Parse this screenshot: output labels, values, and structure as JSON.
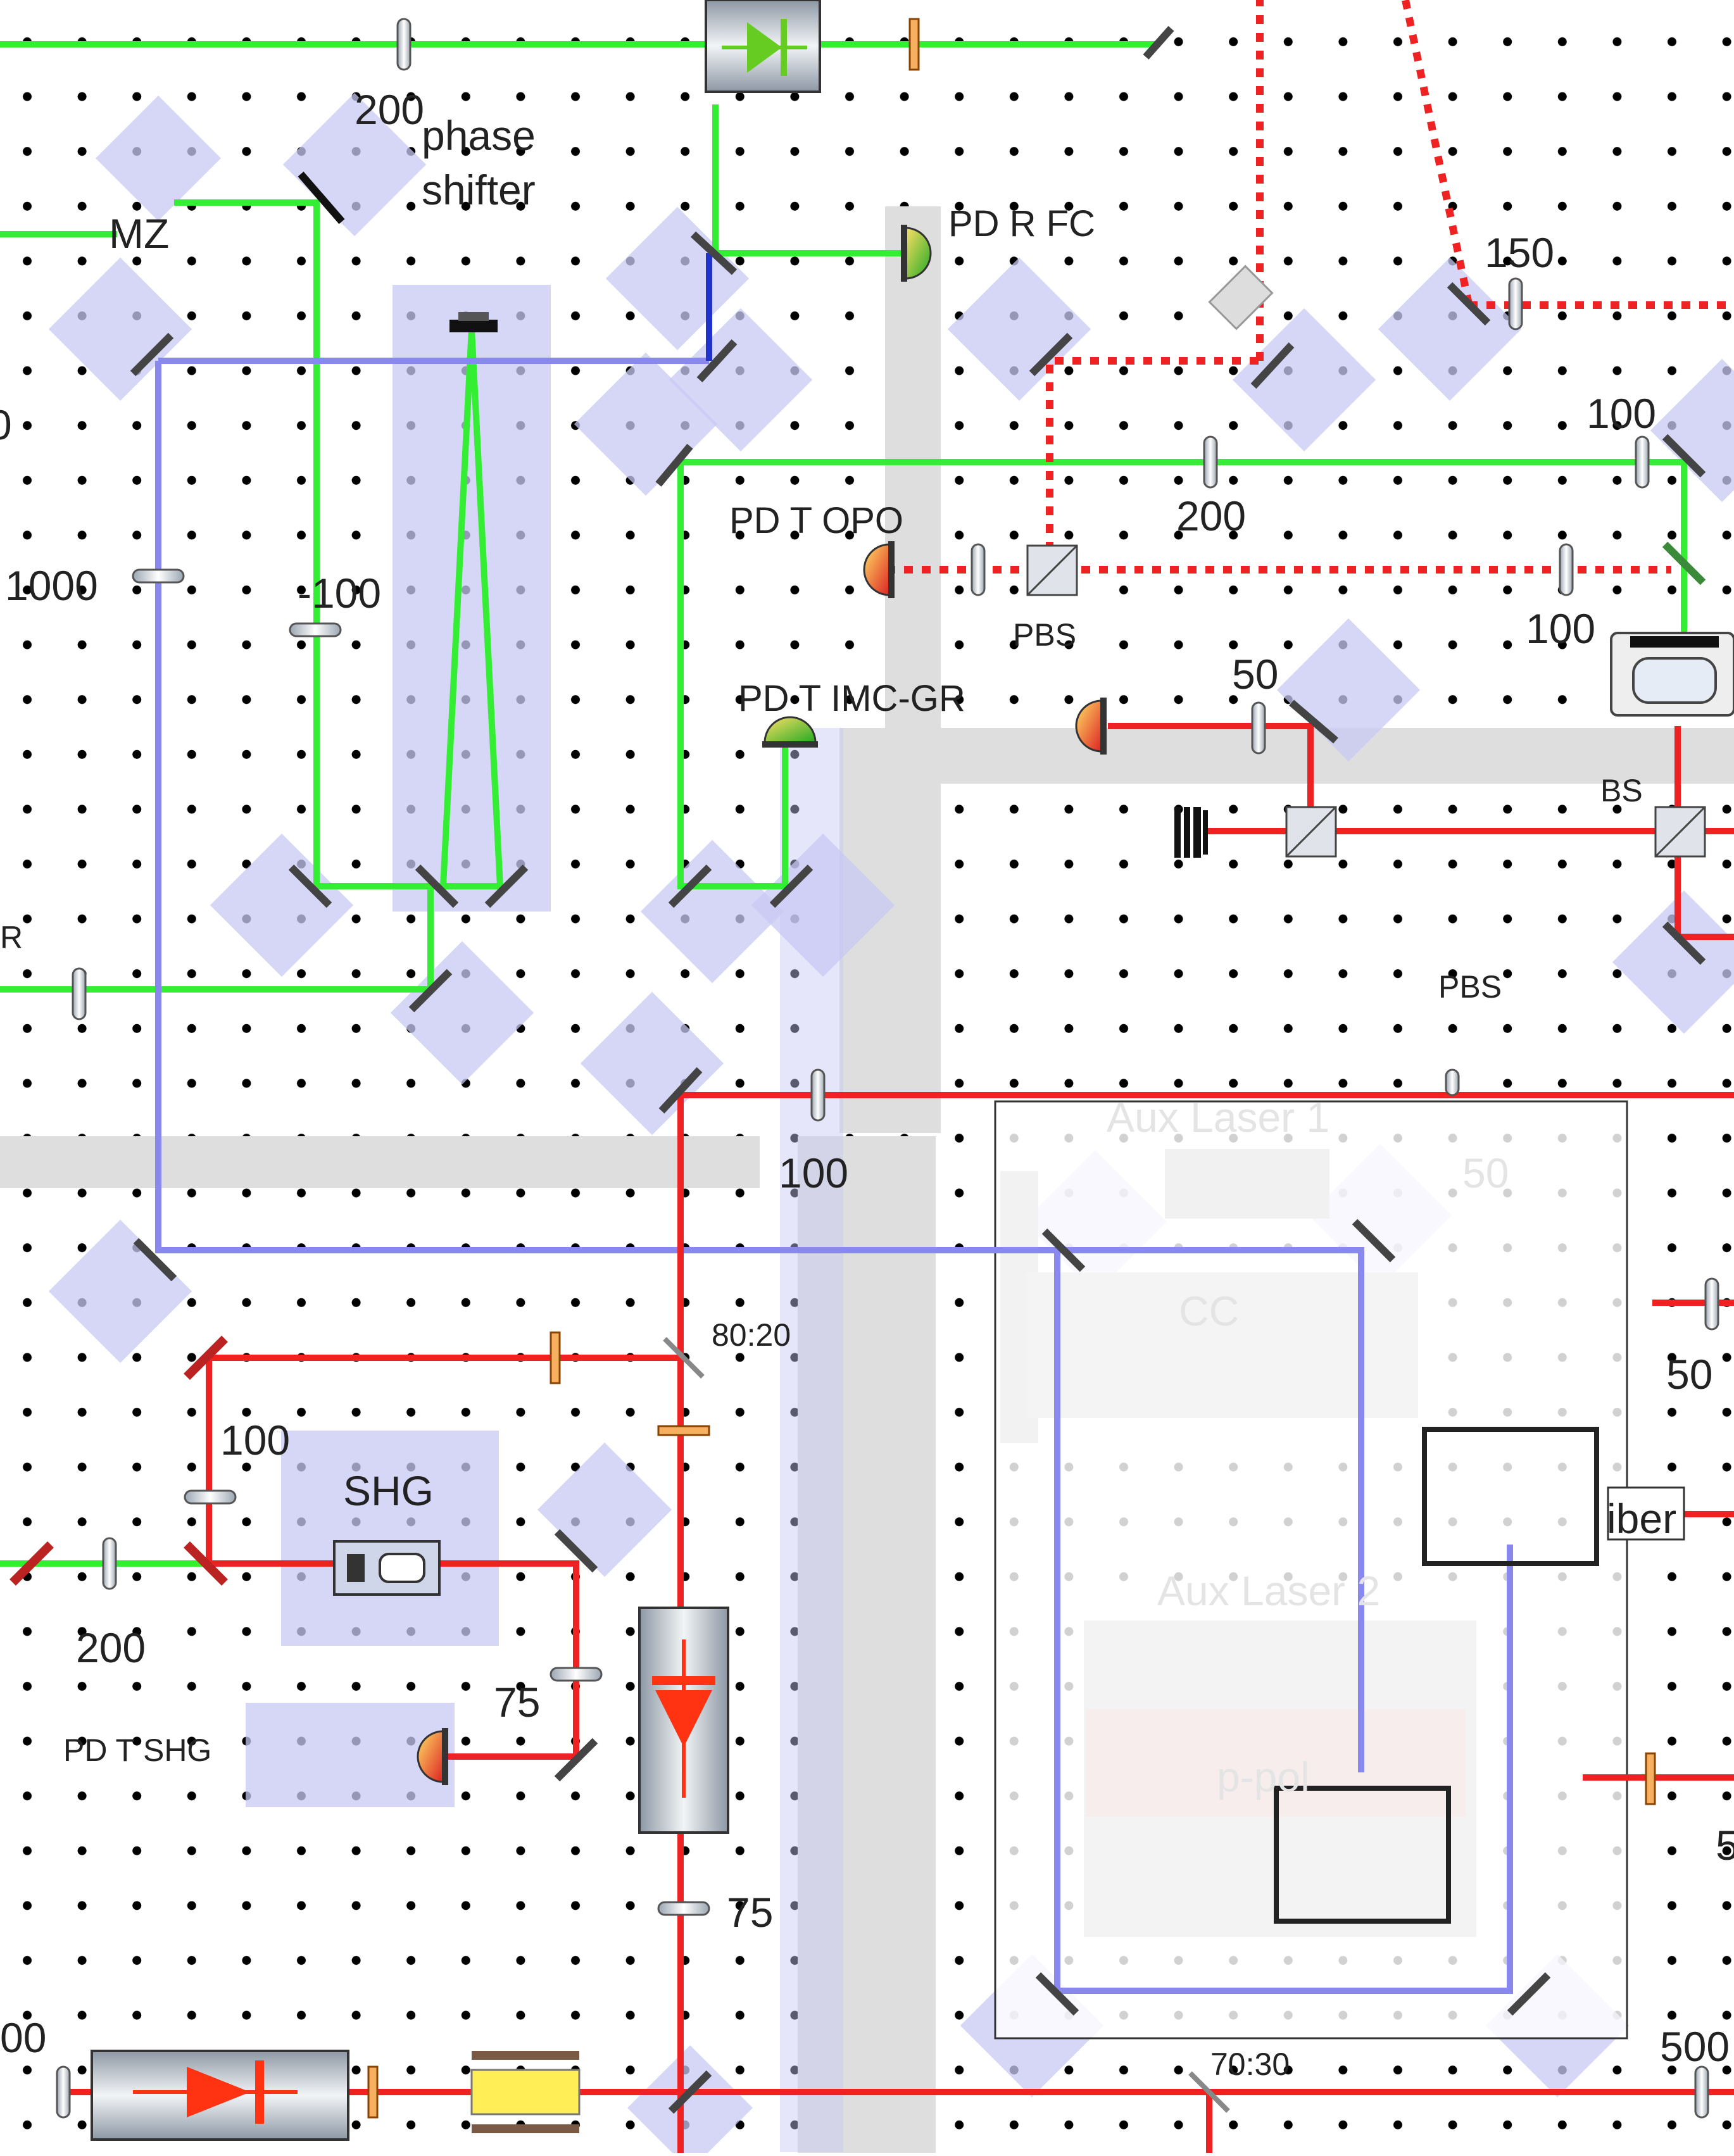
{
  "labels": {
    "mz": "MZ",
    "phase_shifter_1": "phase",
    "phase_shifter_2": "shifter",
    "pd_r_fc": "PD R FC",
    "pd_t_opo": "PD T OPO",
    "pd_t_imc_gr": "PD T IMC-GR",
    "pbs_top": "PBS",
    "pbs_right": "PBS",
    "bs": "BS",
    "shg": "SHG",
    "pd_t_shg": "PD T SHG",
    "split_80_20": "80:20",
    "split_70_30": "70:30",
    "r_edge": "R",
    "fiber_partial": "iber",
    "aux_laser_1": "Aux Laser 1",
    "aux_laser_2": "Aux Laser 2",
    "cc": "CC",
    "p_pol": "p-pol",
    "faint_50": "50"
  },
  "lens_labels": {
    "l200_top": "200",
    "l150": "150",
    "l100_topright": "100",
    "l200_mid": "200",
    "l100_pbs": "100",
    "l50_mid": "50",
    "l1000": "1000",
    "lneg100": "-100",
    "l100_center": "100",
    "l50_right": "50",
    "l100_shg": "100",
    "l200_shg": "200",
    "l75_shg": "75",
    "l75_eom": "75",
    "l500_right": "500",
    "l00_left": "00",
    "l0_left": "0",
    "l5_right": "5"
  },
  "colors": {
    "green_beam": "#33ee33",
    "red_beam": "#ee2222",
    "blue_beam": "#7777ee",
    "mount": "#d6d6f6",
    "breadboard_hole": "#000000",
    "rail": "#dddddd"
  }
}
